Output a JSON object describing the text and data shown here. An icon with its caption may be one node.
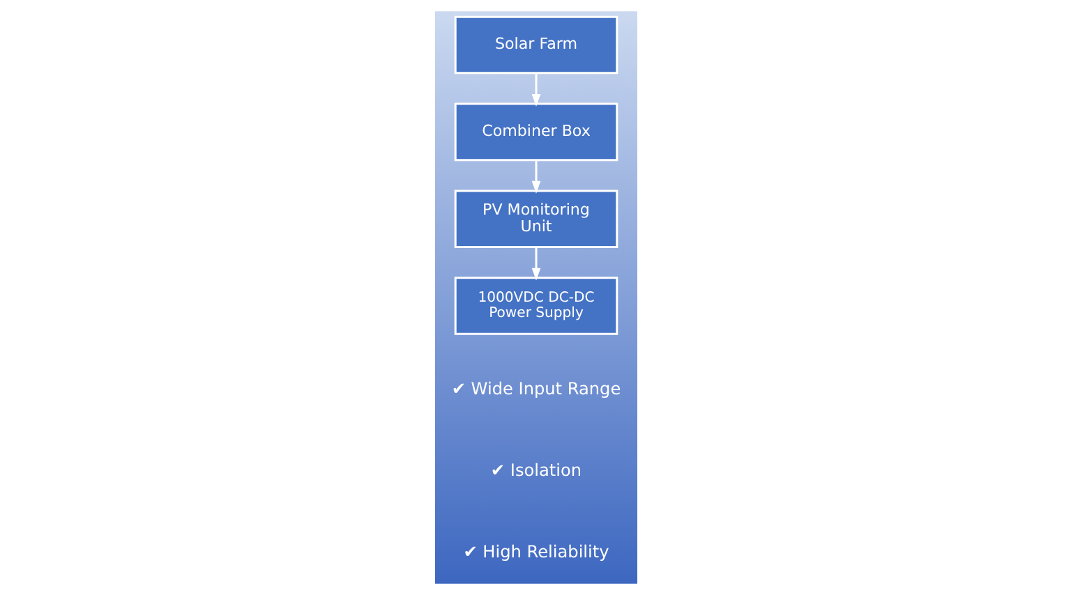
{
  "diagram": {
    "nodes": [
      {
        "text": [
          "Solar Farm"
        ]
      },
      {
        "text": [
          "Combiner Box"
        ]
      },
      {
        "text": [
          "PV Monitoring Unit"
        ]
      },
      {
        "text": [
          "1000VDC DC-DC Power Supply"
        ]
      }
    ],
    "edges": [
      {
        "from": 0,
        "to": 1,
        "arrow": "to"
      },
      {
        "from": 1,
        "to": 2,
        "arrow": "to"
      },
      {
        "from": 2,
        "to": 3,
        "arrow": "to"
      }
    ],
    "labels": [
      "✔ Wide Input Range",
      "✔ Isolation",
      "✔ High Reliability"
    ]
  }
}
